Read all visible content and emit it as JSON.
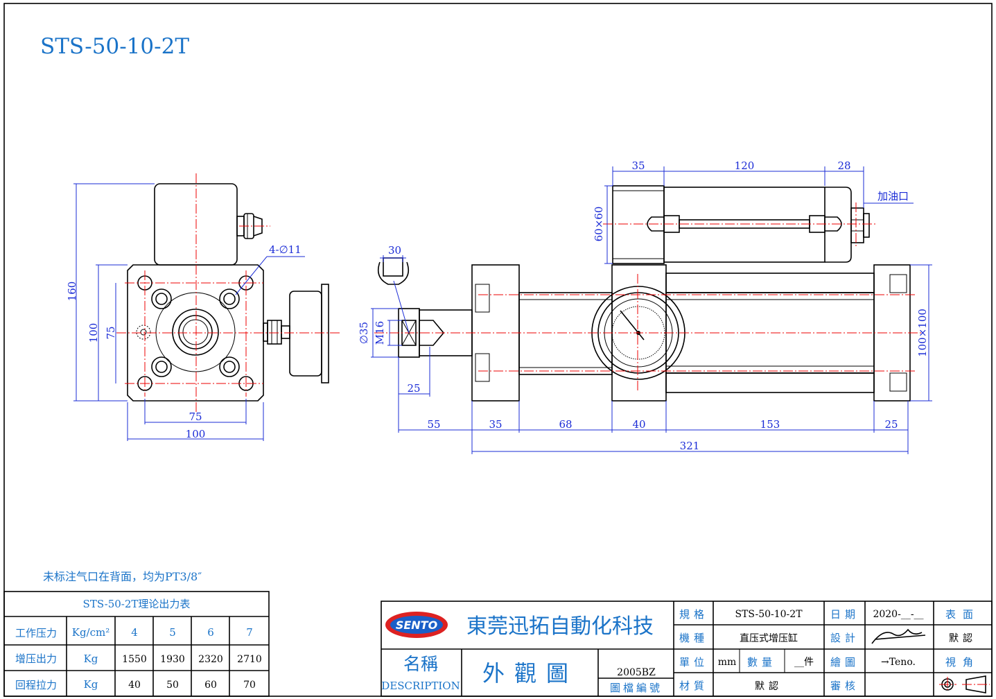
{
  "title": "STS-50-10-2T",
  "note": "未标注气口在背面，均为PT3/8″",
  "dims": {
    "left_160": "160",
    "left_100": "100",
    "left_75": "75",
    "bottom_75": "75",
    "bottom_100": "100",
    "holes": "4-∅11",
    "d30": "30",
    "d35": "∅35",
    "m16": "M16",
    "d25": "25",
    "top_35": "35",
    "top_120": "120",
    "top_28": "28",
    "oil_port": "加油口",
    "side_60": "60×60",
    "side_100": "100×100",
    "b55": "55",
    "b35": "35",
    "b68": "68",
    "b40": "40",
    "b153": "153",
    "b25": "25",
    "total": "321"
  },
  "force_table": {
    "caption": "STS-50-2T理论出力表",
    "header": [
      "工作压力",
      "Kg/cm²",
      "4",
      "5",
      "6",
      "7"
    ],
    "rows": [
      [
        "增压出力",
        "Kg",
        "1550",
        "1930",
        "2320",
        "2710"
      ],
      [
        "回程拉力",
        "Kg",
        "40",
        "50",
        "60",
        "70"
      ]
    ]
  },
  "title_block": {
    "logo": "SENTO",
    "company": "東莞迅拓自動化科技",
    "name_label": "名稱",
    "desc_label": "DESCRIPTION",
    "drawing_name": "外觀圖",
    "file_no": "2005BZ",
    "file_no_label": "圖檔編號",
    "spec_label": "規格",
    "spec_value": "STS-50-10-2T",
    "type_label": "機種",
    "type_value": "直压式增压缸",
    "unit_label": "單位",
    "unit_value": "mm",
    "qty_label": "數量",
    "qty_value": "__件",
    "material_label": "材質",
    "material_value": "默認",
    "date_label": "日期",
    "date_value": "2020-__-__",
    "design_label": "設計",
    "draw_label": "繪圖",
    "draw_value": "→Teno.",
    "review_label": "審核",
    "surface_label": "表面",
    "surface_value": "默認",
    "view_label": "視角"
  }
}
